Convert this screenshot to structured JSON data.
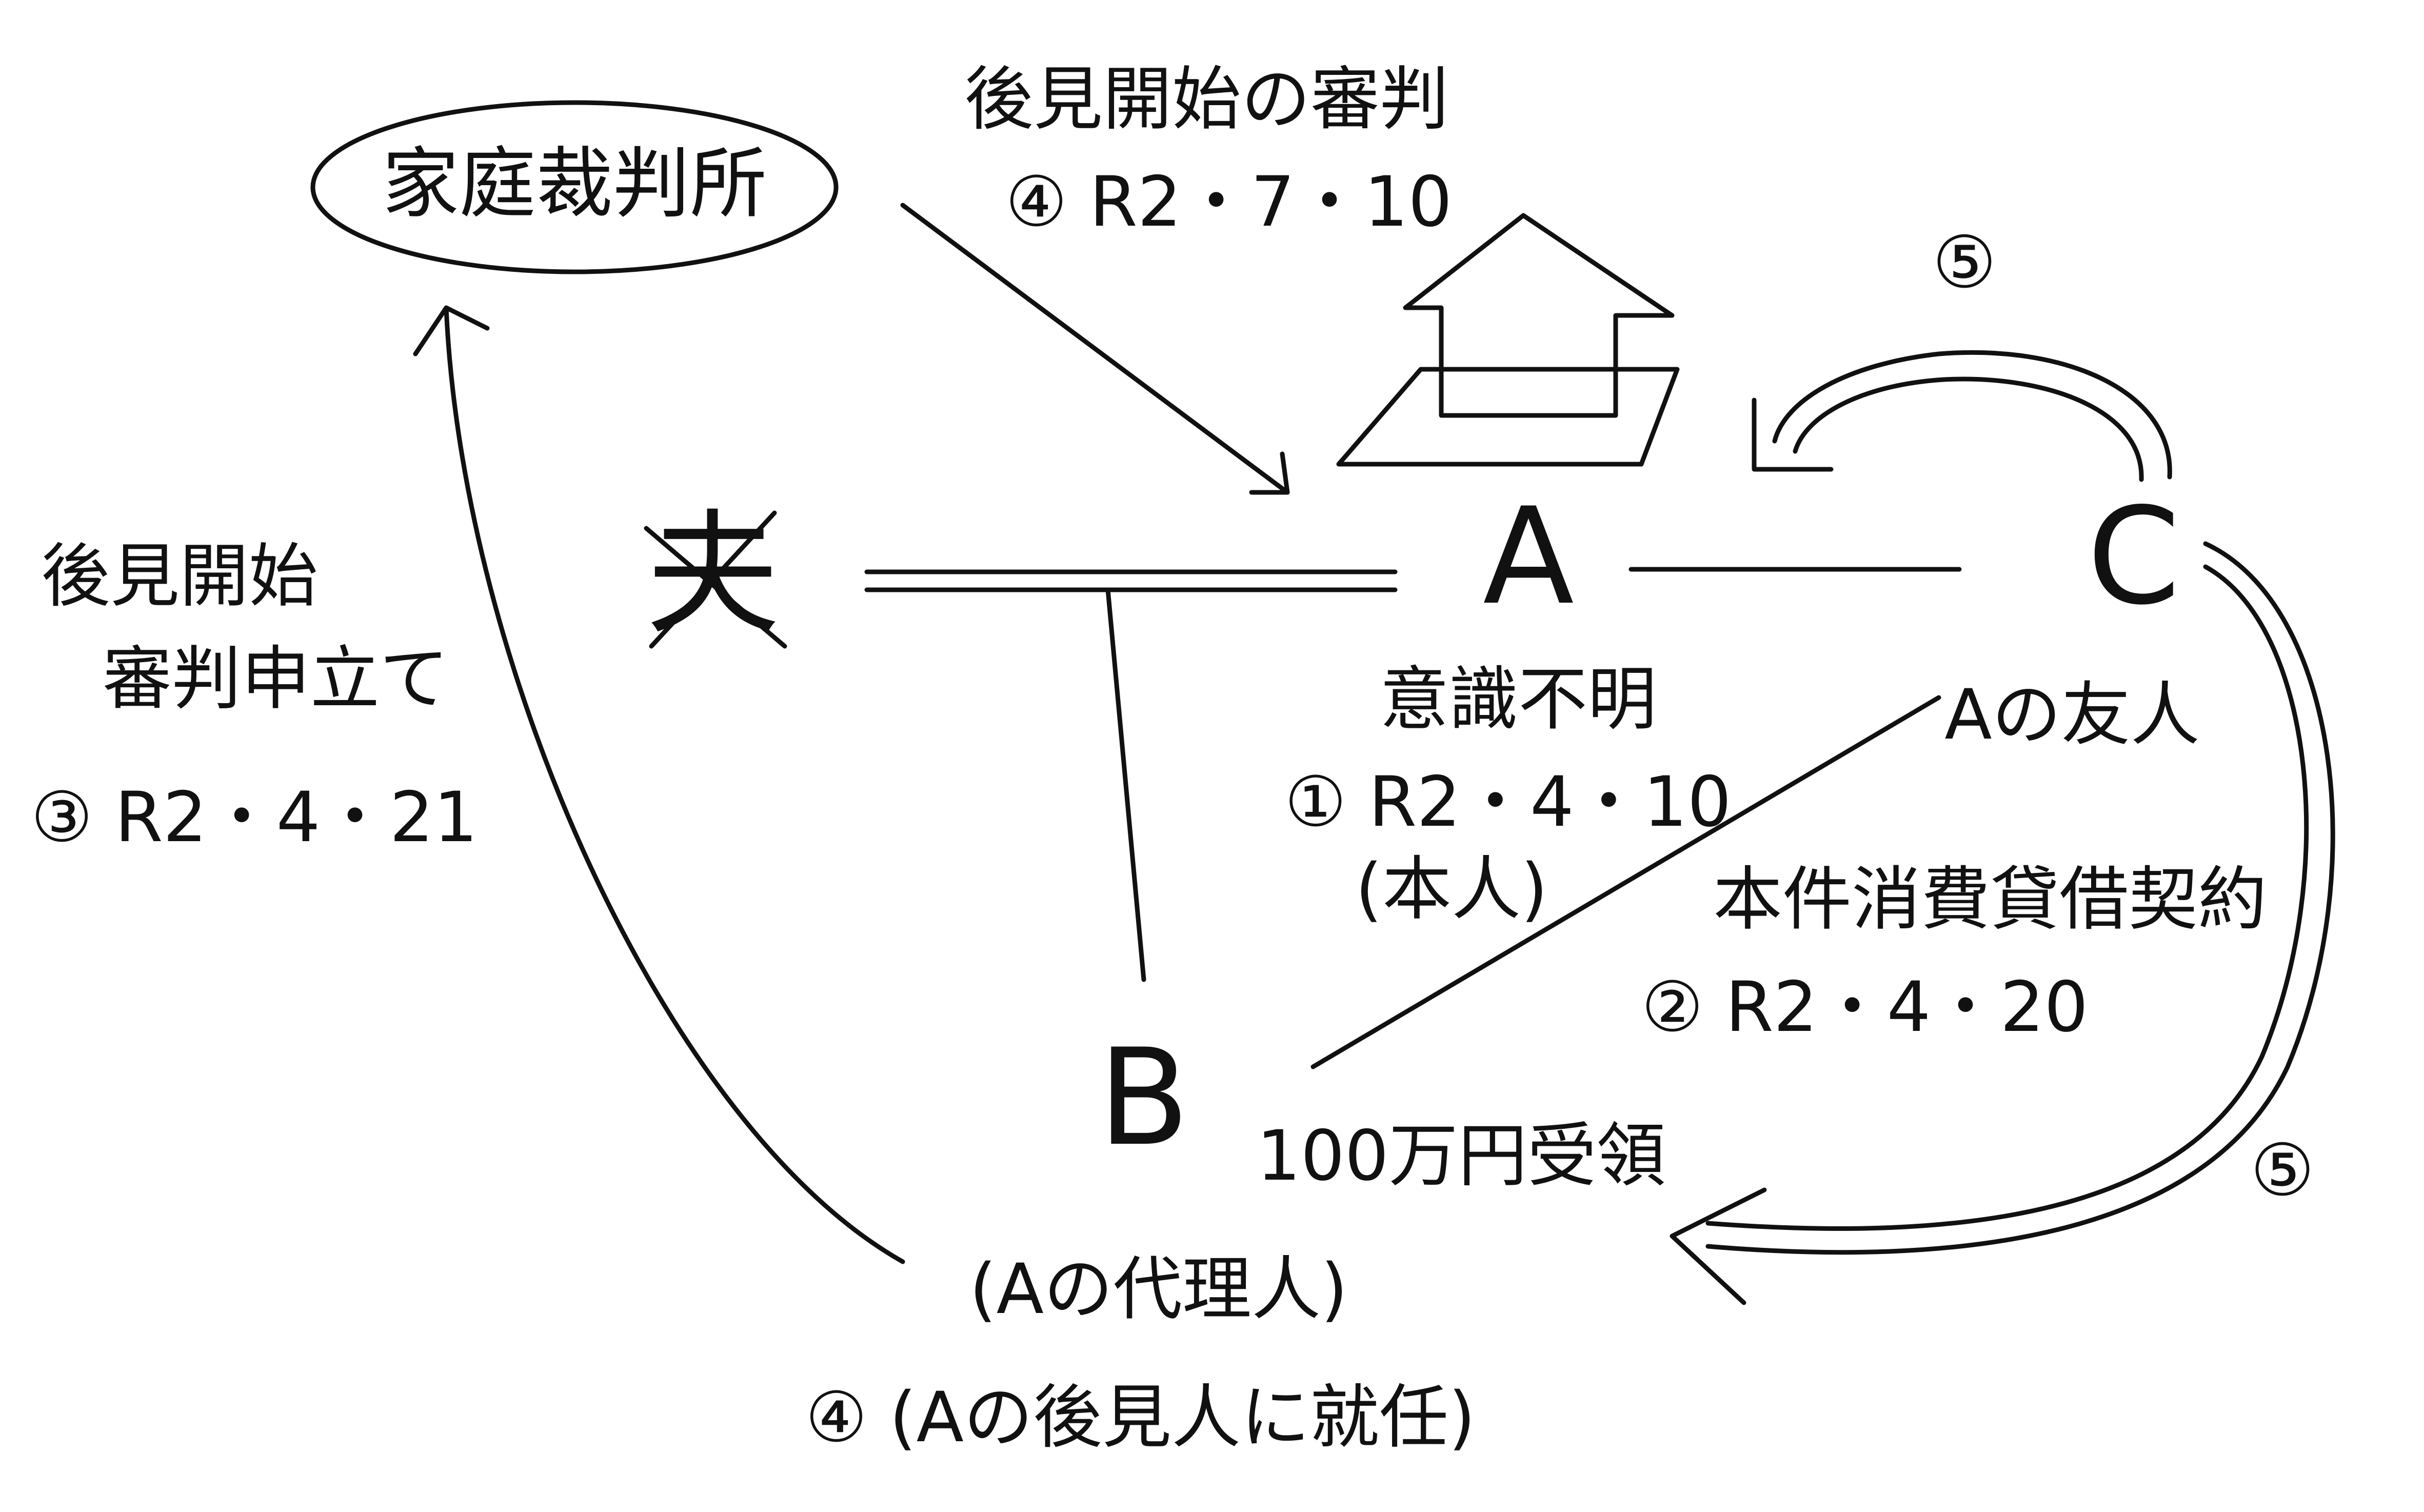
{
  "nodes": {
    "court": "家庭裁判所",
    "person_a": "A",
    "person_b": "B",
    "person_c": "C",
    "deceased_mark": "夫"
  },
  "labels": {
    "guardianship_decision": "後見開始の審判",
    "guardianship_decision_date": "④ R2・7・10",
    "petition_line1": "後見開始",
    "petition_line2": "審判申立て",
    "petition_date": "③ R2・4・21",
    "a_condition": "意識不明",
    "a_condition_date": "① R2・4・10",
    "a_condition_note": "(本人)",
    "c_relation": "Aの友人",
    "contract": "本件消費貸借契約",
    "contract_date": "② R2・4・20",
    "money_received": "100万円受領",
    "b_role": "(Aの代理人)",
    "b_appointment": "④ (Aの後見人に就任)",
    "step5_top": "⑤",
    "step5_right": "⑤"
  },
  "colors": {
    "ink": "#111111",
    "paper": "#ffffff"
  }
}
